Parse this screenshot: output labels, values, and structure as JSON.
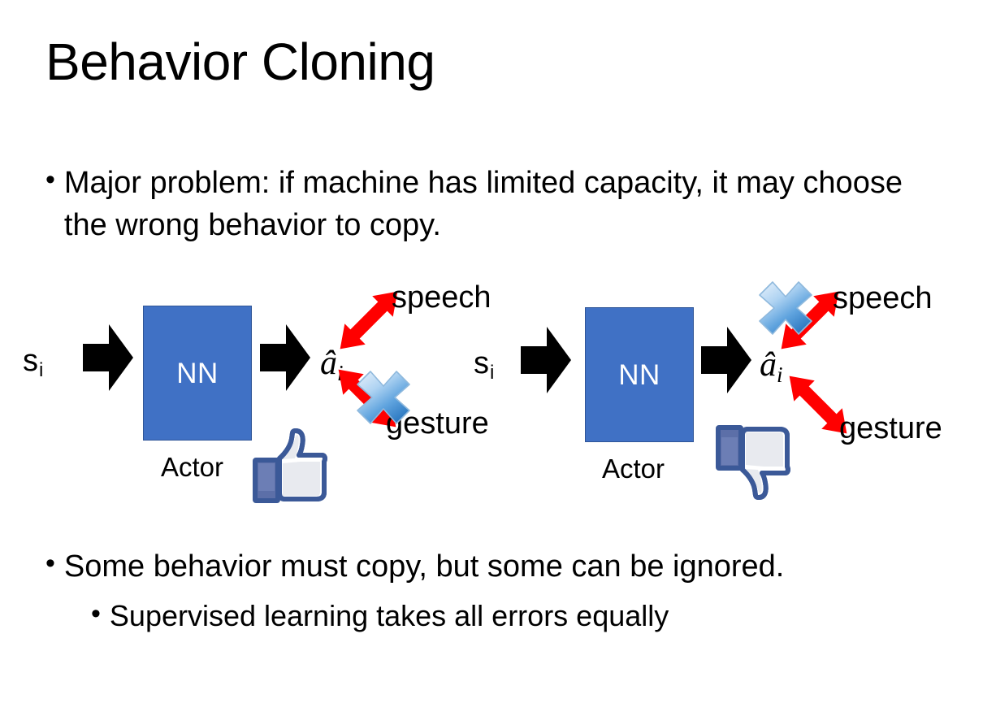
{
  "slide": {
    "title": "Behavior Cloning",
    "background_color": "#FFFFFF",
    "text_color": "#000000"
  },
  "bullets": {
    "top": {
      "marker": "•",
      "text": "Major problem: if machine has limited capacity, it may choose the wrong behavior to copy."
    },
    "bottom_level1": {
      "marker": "•",
      "text": "Some behavior must copy, but some can be ignored."
    },
    "bottom_level2": {
      "marker": "•",
      "text": "Supervised learning takes all errors equally"
    }
  },
  "colors": {
    "nn_box_fill": "#4071C5",
    "nn_box_border": "#2F5597",
    "arrow_black": "#000000",
    "red_arrow": "#FF0000",
    "x_mark_blue": "#4A90D9",
    "thumb_blue": "#3B5998"
  },
  "diagrams": [
    {
      "id": "left",
      "state_label": "s",
      "state_subscript": "i",
      "nn_label": "NN",
      "actor_label": "Actor",
      "action_label": "â",
      "action_subscript": "i",
      "branch_top_label": "speech",
      "branch_bottom_label": "gesture",
      "crossed_branch": "gesture",
      "feedback_icon": "thumbs-up-icon"
    },
    {
      "id": "right",
      "state_label": "s",
      "state_subscript": "i",
      "nn_label": "NN",
      "actor_label": "Actor",
      "action_label": "â",
      "action_subscript": "i",
      "branch_top_label": "speech",
      "branch_bottom_label": "gesture",
      "crossed_branch": "speech",
      "feedback_icon": "thumbs-down-icon"
    }
  ]
}
